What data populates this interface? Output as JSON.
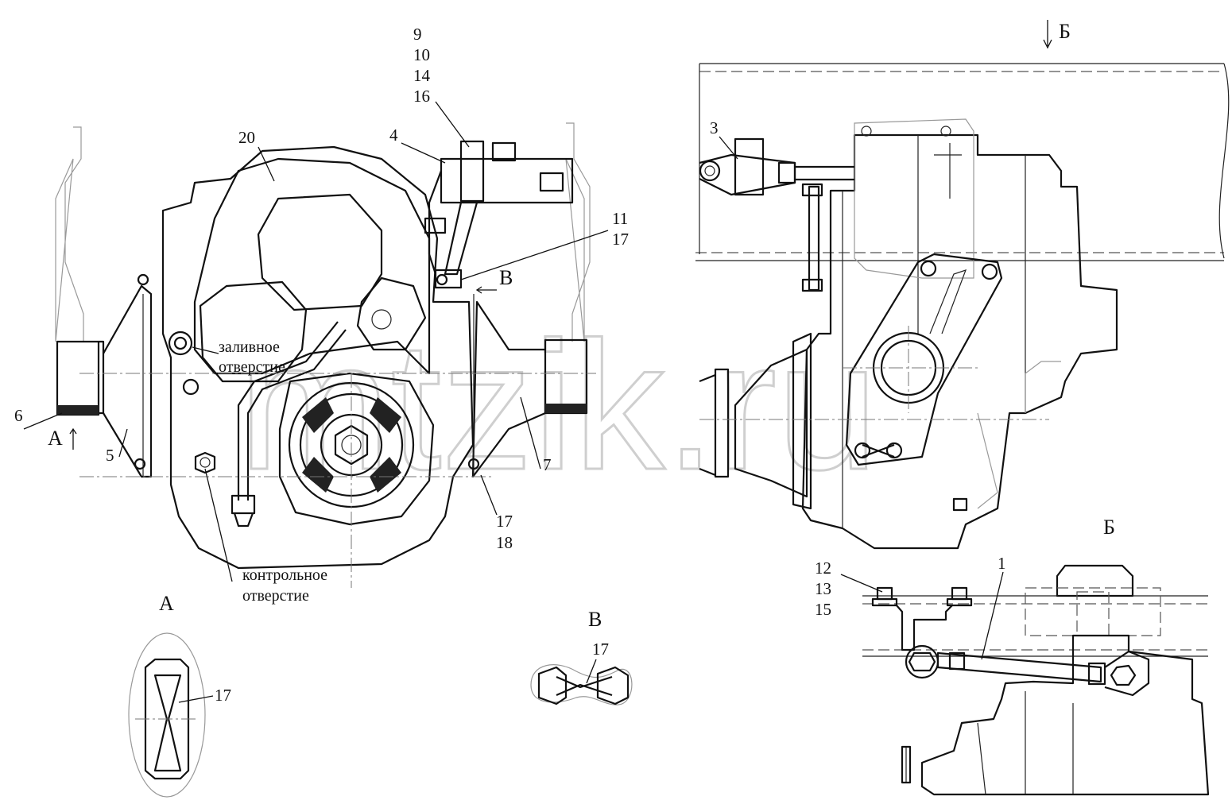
{
  "watermark": "mtzik.ru",
  "views": {
    "view_a": "А",
    "view_b_arrow": "Б",
    "view_b": "Б",
    "view_v": "В",
    "view_v_arrow": "В",
    "view_a_arrow": "А"
  },
  "notes": {
    "fill_hole_line1": "заливное",
    "fill_hole_line2": "отверстие",
    "control_hole_line1": "контрольное",
    "control_hole_line2": "отверстие"
  },
  "callouts": {
    "c9": "9",
    "c10": "10",
    "c14": "14",
    "c16": "16",
    "c4": "4",
    "c20": "20",
    "c11": "11",
    "c17a": "17",
    "c6": "6",
    "c5": "5",
    "c7": "7",
    "c17b": "17",
    "c18": "18",
    "c3": "3",
    "c12": "12",
    "c13": "13",
    "c15": "15",
    "c1": "1",
    "c17c": "17",
    "c17d": "17"
  }
}
